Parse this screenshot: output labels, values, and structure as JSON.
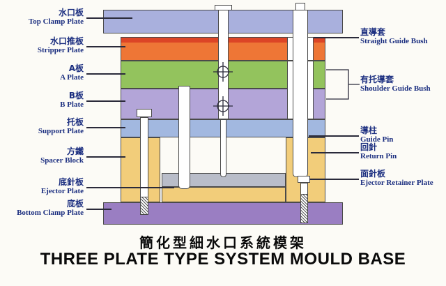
{
  "title": {
    "zh": "簡化型細水口系統模架",
    "en": "THREE PLATE TYPE SYSTEM MOULD BASE"
  },
  "left_labels": [
    {
      "zh": "水口板",
      "en": "Top Clamp Plate"
    },
    {
      "zh": "水口推板",
      "en": "Stripper Plate"
    },
    {
      "zh": "A板",
      "en": "A Plate"
    },
    {
      "zh": "B板",
      "en": "B Plate"
    },
    {
      "zh": "托板",
      "en": "Support Plate"
    },
    {
      "zh": "方鐵",
      "en": "Spacer Block"
    },
    {
      "zh": "底針板",
      "en": "Ejector Plate"
    },
    {
      "zh": "底板",
      "en": "Bottom Clamp Plate"
    }
  ],
  "right_labels": [
    {
      "zh": "直導套",
      "en": "Straight Guide Bush"
    },
    {
      "zh": "有托導套",
      "en": "Shoulder Guide Bush"
    },
    {
      "zh": "導柱",
      "en": "Guide Pin"
    },
    {
      "zh": "回針",
      "en": "Return Pin"
    },
    {
      "zh": "面針板",
      "en": "Ejector Retainer Plate"
    }
  ],
  "colors": {
    "background": "#fcfbf6",
    "label_text": "#1c2f80",
    "leader_line": "#2a2a3a",
    "outline": "#4a4a4a",
    "title_text": "#0a0a0a",
    "plate_top_clamp": "#a9b0dd",
    "plate_stripper": "#ee7636",
    "plate_stripper_top": "#dc4526",
    "plate_a": "#93c35d",
    "plate_b": "#b3a5d8",
    "plate_support": "#a2b8e0",
    "spacer_block": "#f2cd7a",
    "ejector_retainer": "#b9bdc9",
    "ejector_plate": "#f2cd7a",
    "plate_bottom_clamp": "#9a7ec2",
    "pin_fill": "#ffffff"
  }
}
